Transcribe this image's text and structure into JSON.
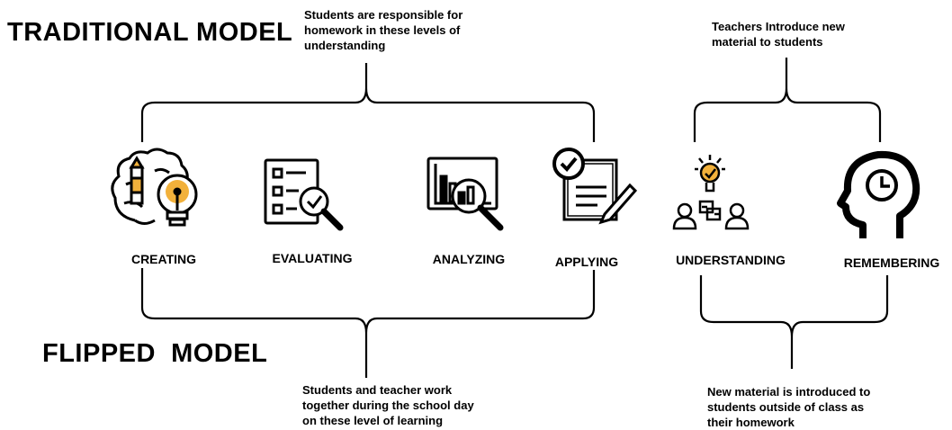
{
  "titles": {
    "traditional": "TRADITIONAL MODEL",
    "flipped": "FLIPPED  MODEL"
  },
  "notes": {
    "trad_students": [
      "Students are responsible for",
      "homework in these levels of",
      "understanding"
    ],
    "trad_teachers": [
      "Teachers Introduce new",
      "material to students"
    ],
    "flip_together": [
      "Students and teacher work",
      "together during the school day",
      "on these level of learning"
    ],
    "flip_outside": [
      "New material is introduced to",
      "students outside of class as",
      "their homework"
    ]
  },
  "levels": {
    "creating": "CREATING",
    "evaluating": "EVALUATING",
    "analyzing": "ANALYZING",
    "applying": "APPLYING",
    "understanding": "UNDERSTANDING",
    "remembering": "REMEMBERING"
  },
  "icons": [
    "brain-lightbulb-icon",
    "checklist-magnifier-icon",
    "chart-magnifier-icon",
    "document-check-pencil-icon",
    "idea-people-icon",
    "head-clock-icon"
  ],
  "colors": {
    "accent": "#F2B13B",
    "ink": "#000000"
  }
}
